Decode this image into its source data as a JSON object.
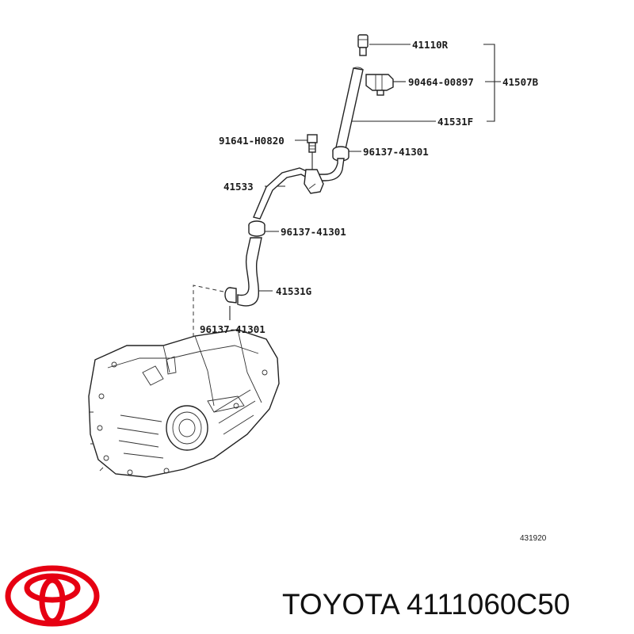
{
  "diagram": {
    "labels": {
      "l41110R": "41110R",
      "l90464": "90464-00897",
      "l41507B": "41507B",
      "l41531F": "41531F",
      "l91641": "91641-H0820",
      "l96137a": "96137-41301",
      "l41533": "41533",
      "l96137b": "96137-41301",
      "l41531G": "41531G",
      "l96137c": "96137-41301"
    },
    "figure_number": "431920"
  },
  "brand": {
    "caption": "TOYOTA 4111060C50",
    "logo": "toyota-logo",
    "logo_color": "#e60012"
  }
}
